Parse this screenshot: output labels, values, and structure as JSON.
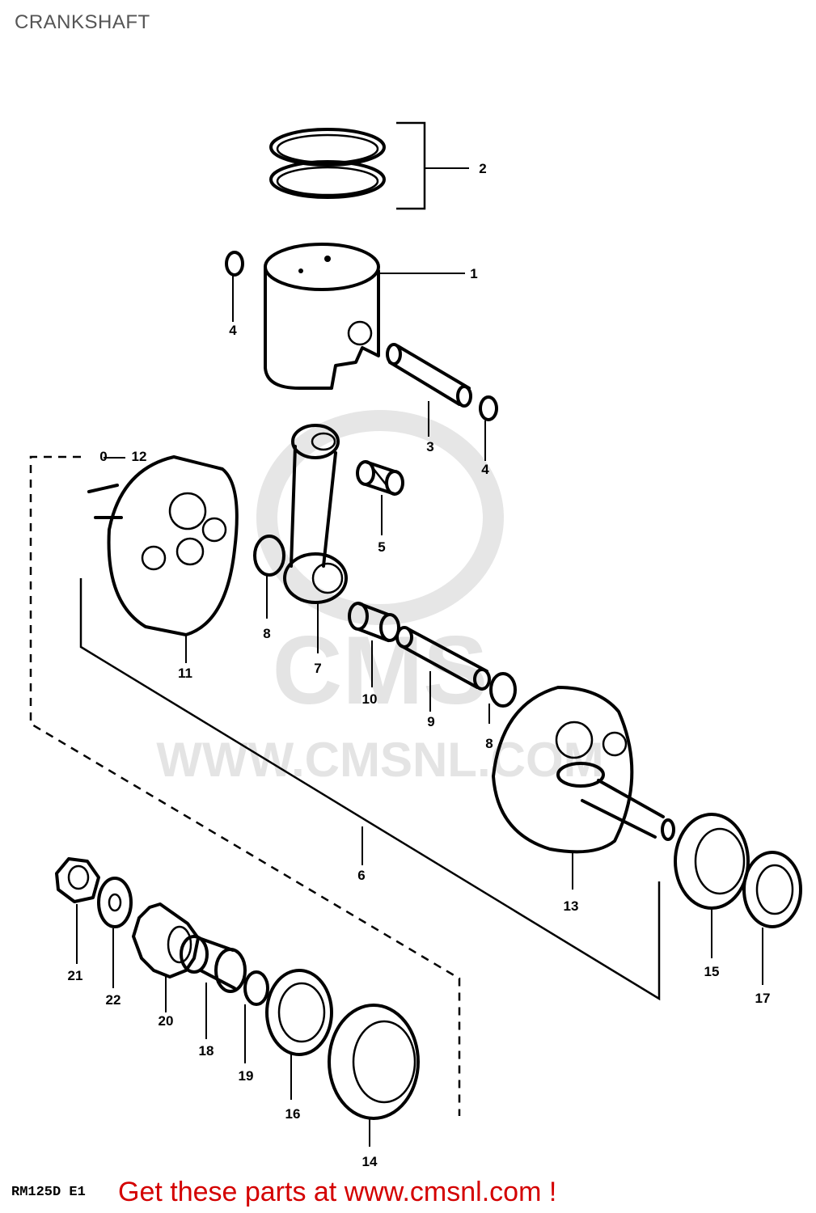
{
  "title": "CRANKSHAFT",
  "watermark": {
    "text": "WWW.CMSNL.COM",
    "logo": "CMS"
  },
  "model_code": "RM125D E1",
  "cta": {
    "text": "Get these parts at www.cmsnl.com !",
    "color": "#d40000"
  },
  "parts": [
    {
      "num": "1"
    },
    {
      "num": "2"
    },
    {
      "num": "3"
    },
    {
      "num": "4"
    },
    {
      "num": "4"
    },
    {
      "num": "5"
    },
    {
      "num": "6"
    },
    {
      "num": "7"
    },
    {
      "num": "8"
    },
    {
      "num": "8"
    },
    {
      "num": "9"
    },
    {
      "num": "10"
    },
    {
      "num": "11"
    },
    {
      "num": "12"
    },
    {
      "num": "13"
    },
    {
      "num": "14"
    },
    {
      "num": "15"
    },
    {
      "num": "16"
    },
    {
      "num": "17"
    },
    {
      "num": "18"
    },
    {
      "num": "19"
    },
    {
      "num": "20"
    },
    {
      "num": "21"
    },
    {
      "num": "22"
    }
  ]
}
